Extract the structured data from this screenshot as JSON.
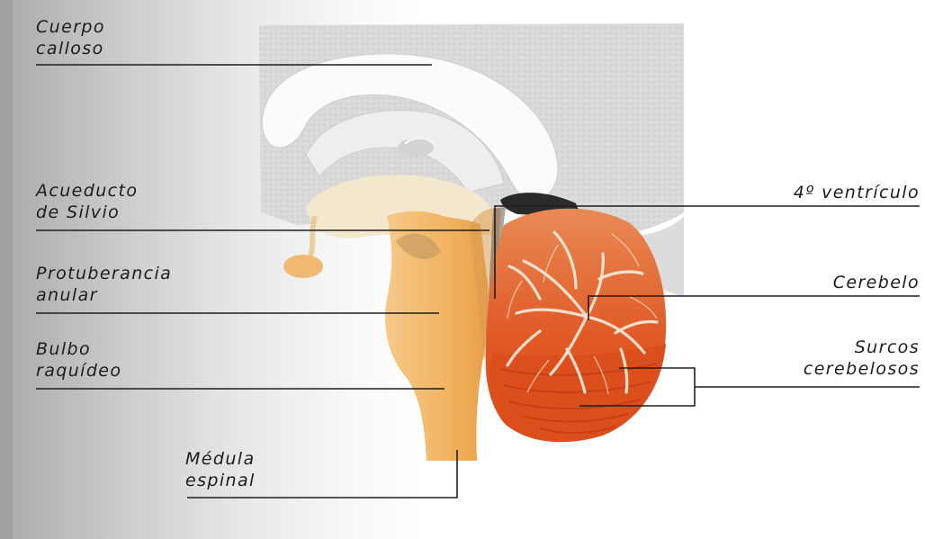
{
  "labels": {
    "cuerpo_calloso": [
      "Cuerpo",
      "calloso"
    ],
    "acueducto_silvio": [
      "Acueducto",
      "de Silvio"
    ],
    "protuberancia_anular": [
      "Protuberancia",
      "anular"
    ],
    "bulbo_raquideo": [
      "Bulbo",
      "raquídeo"
    ],
    "medula_espinal": [
      "Médula",
      "espinal"
    ],
    "cuarto_ventriculo": "4º ventrículo",
    "cerebelo": "Cerebelo",
    "surcos_cerebelosos": [
      "Surcos",
      "cerebelosos"
    ]
  },
  "colors": {
    "cortex_gray": "#d6d6d6",
    "corpus_callosum_white": "#fbfbfb",
    "brainstem_orange": "#f0b360",
    "cerebellum_red": "#e0531e",
    "label_text": "#1c1c1c"
  }
}
